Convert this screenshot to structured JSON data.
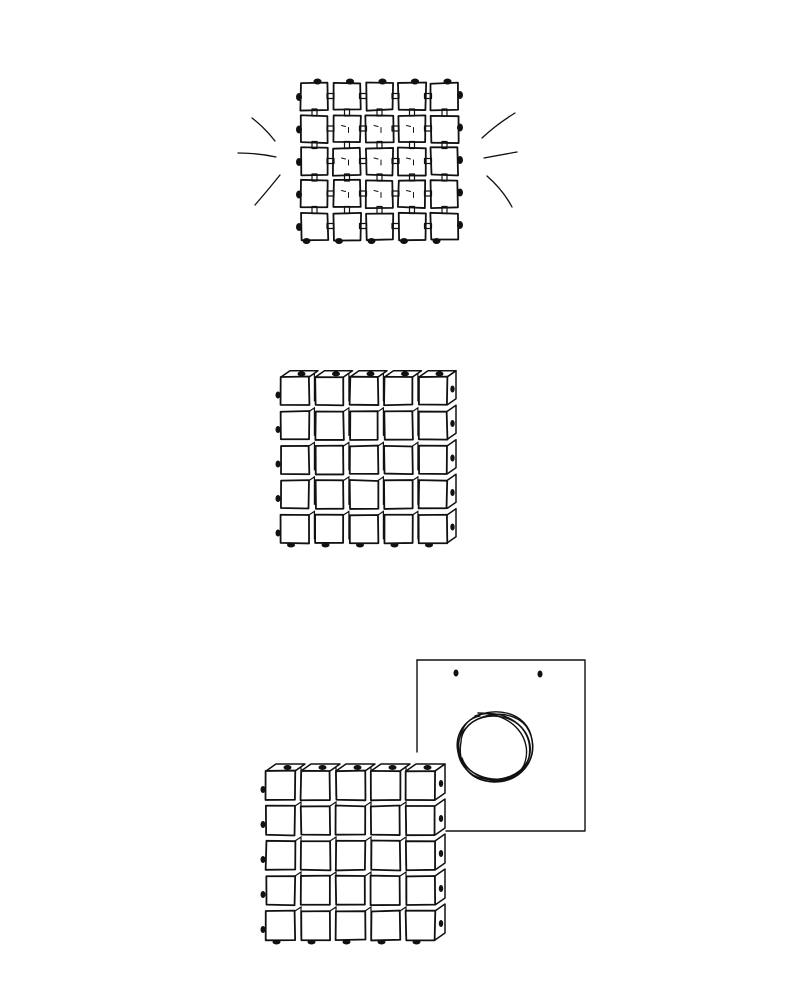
{
  "sketch": {
    "ink_color": "#111111",
    "background_color": "#ffffff",
    "panels": [
      {
        "id": "panel-1",
        "description_kind": "flat-grid",
        "rows": 5,
        "cols": 5,
        "has_burst_lines": true,
        "connector_dots": true
      },
      {
        "id": "panel-2",
        "description_kind": "isometric-grid",
        "rows": 5,
        "cols": 5,
        "connector_dots": true
      },
      {
        "id": "panel-3",
        "description_kind": "isometric-grid-with-inset",
        "rows": 5,
        "cols": 5,
        "connector_dots": true,
        "inset": {
          "shows": "scribbled-circle",
          "mount_holes": 2
        }
      }
    ]
  }
}
